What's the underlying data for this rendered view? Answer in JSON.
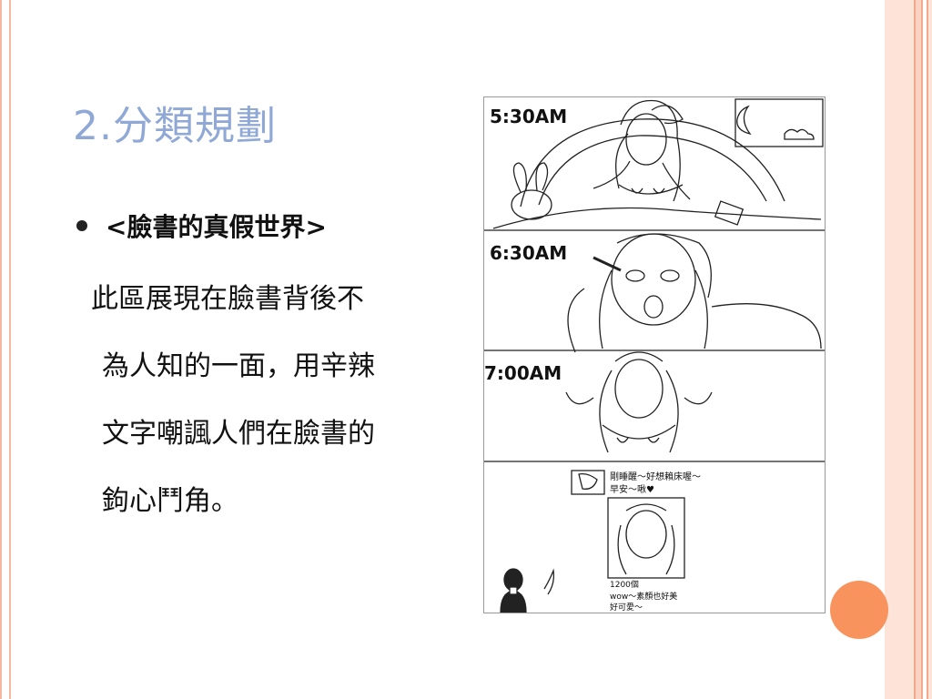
{
  "slide": {
    "title": "2.分類規劃",
    "bullet": "<臉書的真假世界>",
    "body_lines": [
      "此區展現在臉書背後不",
      "為人知的一面，用辛辣",
      "文字嘲諷人們在臉書的",
      "鉤心鬥角。"
    ]
  },
  "comic": {
    "panels": [
      {
        "time": "5:30AM"
      },
      {
        "time": "6:30AM"
      },
      {
        "time": "7:00AM"
      }
    ],
    "post_text": [
      "剛睡醒～好想賴床喔～",
      "早安～啾♥"
    ],
    "likes": "1200個",
    "comments": [
      "wow～素顏也好美",
      "好可愛～"
    ]
  },
  "colors": {
    "title": "#8fa8d6",
    "accent": "#f8935e",
    "border": "#f4a98e"
  }
}
